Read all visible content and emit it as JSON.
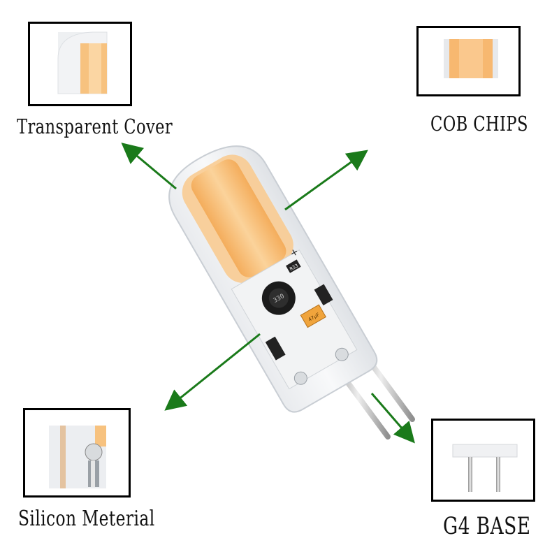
{
  "callouts": {
    "cover": {
      "label": "Transparent Cover"
    },
    "chips": {
      "label": "COB CHIPS"
    },
    "silicon": {
      "label": "Silicon Meterial"
    },
    "base": {
      "label": "G4 BASE"
    }
  },
  "product": {
    "chip_marking_resistor": "R33",
    "chip_marking_inductor": "330",
    "capacitor_marking": "47µF",
    "polarity_mark": "+"
  },
  "colors": {
    "arrow": "#1a7a1a",
    "chip_glow": "#f7c27f",
    "chip_core": "#f5b86a",
    "silicone": "#eef0f2",
    "pin": "#b5b5b5"
  }
}
